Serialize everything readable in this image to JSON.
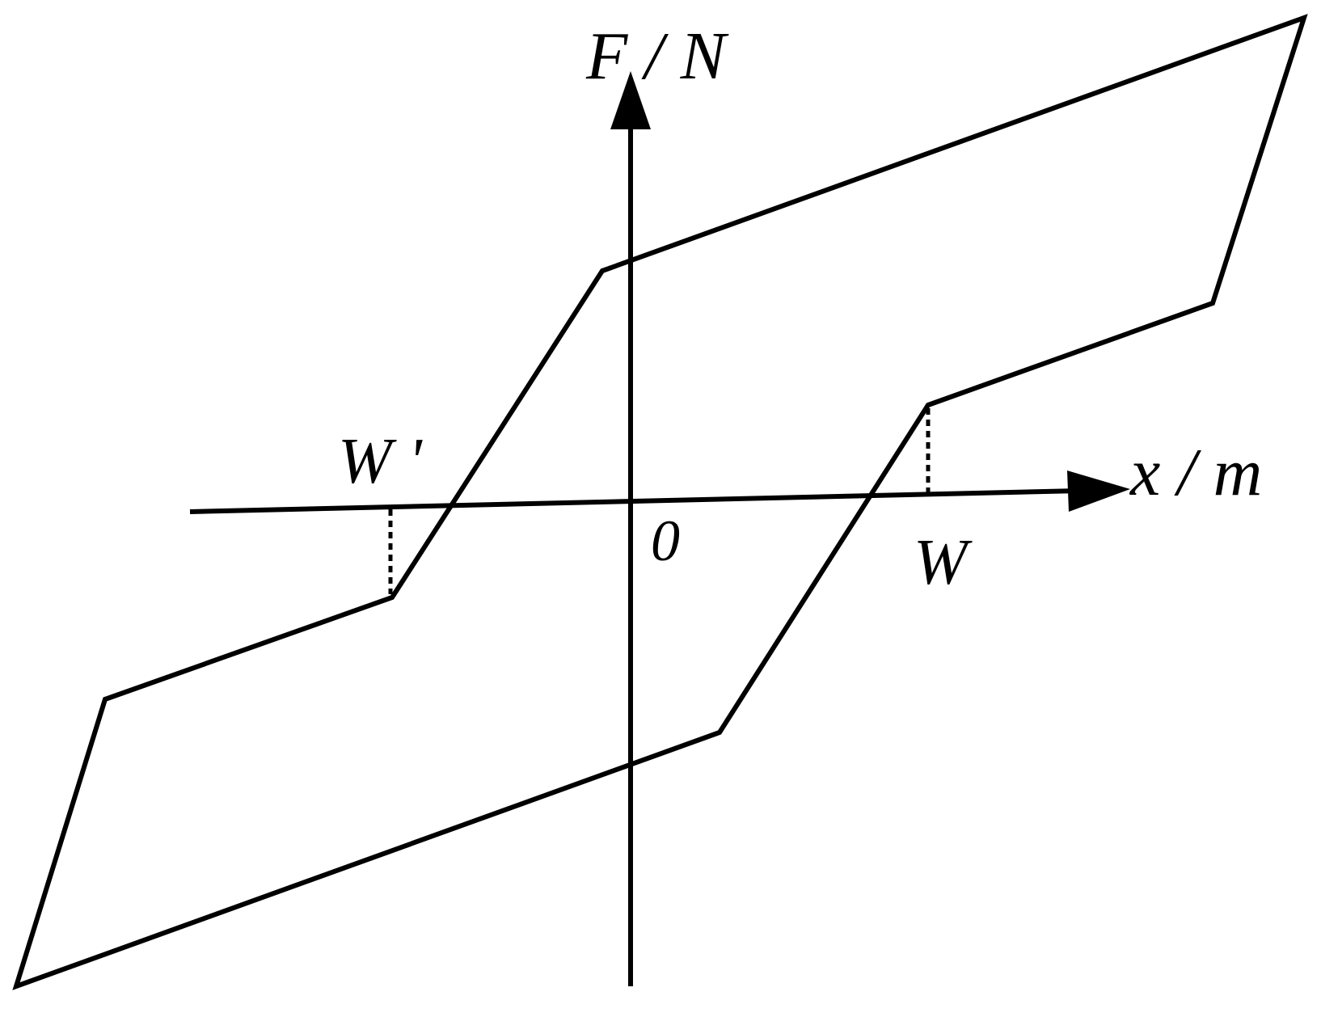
{
  "diagram": {
    "x_axis_label": "x / m",
    "y_axis_label": "F / N",
    "origin_label": "0",
    "marker_positive": "W",
    "marker_negative": "W '",
    "stroke_color": "#000000",
    "background_color": "#ffffff"
  }
}
